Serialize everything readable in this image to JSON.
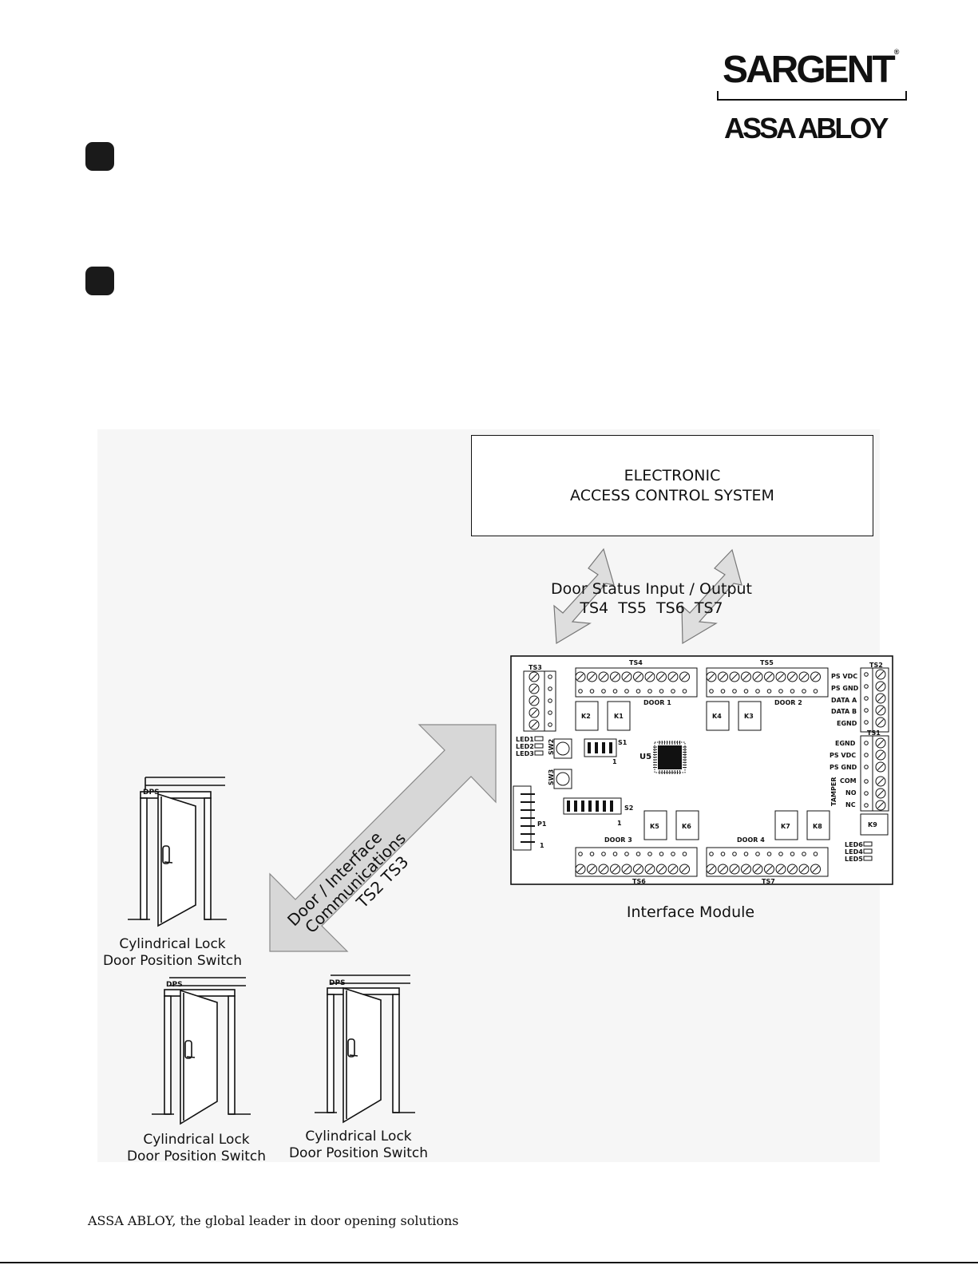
{
  "brand": {
    "primary": "SARGENT",
    "secondary": "ASSA ABLOY"
  },
  "diagram": {
    "system_box": {
      "line1": "ELECTRONIC",
      "line2": "ACCESS CONTROL SYSTEM"
    },
    "io_label": {
      "line1": "Door Status Input / Output",
      "line2": "TS4  TS5  TS6  TS7"
    },
    "comm_label": {
      "line1": "Door / Interface",
      "line2": "Communications",
      "line3": "TS2  TS3"
    },
    "module_caption": "Interface Module",
    "door_captions": [
      {
        "line1": "Cylindrical Lock",
        "line2": "Door Position Switch"
      },
      {
        "line1": "Cylindrical Lock",
        "line2": "Door Position Switch"
      },
      {
        "line1": "Cylindrical Lock",
        "line2": "Door Position Switch"
      }
    ],
    "dps_label": "DPS",
    "board": {
      "ts_top_left": "TS4",
      "ts_top_right": "TS5",
      "ts_bottom_left": "TS6",
      "ts_bottom_right": "TS7",
      "ts3": "TS3",
      "ts2": "TS2",
      "ts1": "TS1",
      "door1": "DOOR 1",
      "door2": "DOOR 2",
      "door3": "DOOR 3",
      "door4": "DOOR 4",
      "relays": [
        "K2",
        "K1",
        "K4",
        "K3",
        "K5",
        "K6",
        "K7",
        "K8",
        "K9"
      ],
      "ts2_pins": [
        "PS VDC",
        "PS GND",
        "DATA A",
        "DATA B",
        "EGND"
      ],
      "ts1_pins": [
        "EGND",
        "PS VDC",
        "PS GND",
        "COM",
        "NO",
        "NC"
      ],
      "tamper": "TAMPER",
      "leds_left": [
        "LED1",
        "LED2",
        "LED3"
      ],
      "leds_right": [
        "LED6",
        "LED4",
        "LED5"
      ],
      "sw2": "SW2",
      "sw3": "SW3",
      "s1": "S1",
      "s2": "S2",
      "u5": "U5",
      "p1": "P1",
      "one": "1"
    }
  },
  "footer": "ASSA ABLOY, the global leader in door opening solutions"
}
